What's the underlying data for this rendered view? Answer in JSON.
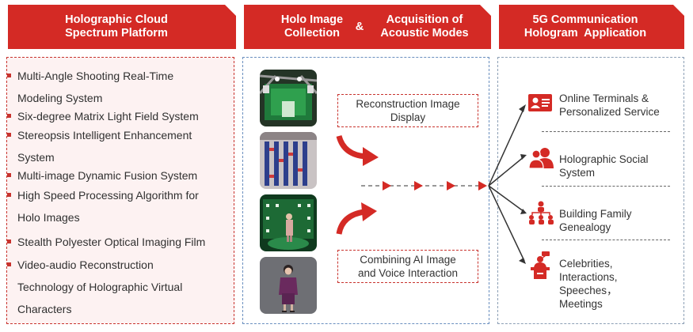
{
  "headers": {
    "h1": [
      "Holographic Cloud",
      "Spectrum Platform"
    ],
    "h2_left": [
      "Holo Image",
      "Collection"
    ],
    "h2_amp": "&",
    "h2_right": [
      "Acquisition of",
      "Acoustic Modes"
    ],
    "h3": [
      "5G Communication",
      "Hologram  Application"
    ]
  },
  "left_list": [
    [
      "Multi-Angle Shooting Real-Time",
      "Modeling System"
    ],
    [
      "Six-degree Matrix Light Field System"
    ],
    [
      "Stereopsis Intelligent Enhancement",
      "System"
    ],
    [
      "Multi-image Dynamic Fusion System"
    ],
    [
      "High Speed Processing Algorithm for",
      "Holo Images"
    ],
    [
      "Stealth Polyester Optical Imaging Film"
    ],
    [
      "Video-audio Reconstruction",
      "Technology of Holographic Virtual",
      "Characters"
    ]
  ],
  "middle": {
    "box_top": [
      "Reconstruction Image",
      "Display"
    ],
    "box_bottom": [
      "Combining AI Image",
      "and Voice Interaction"
    ]
  },
  "right_list": [
    {
      "icon": "id-card-icon",
      "lines": [
        "Online Terminals &",
        "Personalized Service"
      ]
    },
    {
      "icon": "people-icon",
      "lines": [
        "Holographic Social",
        "System"
      ]
    },
    {
      "icon": "family-tree-icon",
      "lines": [
        "Building Family",
        "Genealogy"
      ]
    },
    {
      "icon": "speaker-podium-icon",
      "lines": [
        "Celebrities,",
        "Interactions,",
        "Speeches，",
        "Meetings"
      ]
    }
  ],
  "colors": {
    "accent": "#d42a25",
    "panel_tint": "#fdf2f2",
    "blue_dash": "#6a8fbf"
  }
}
